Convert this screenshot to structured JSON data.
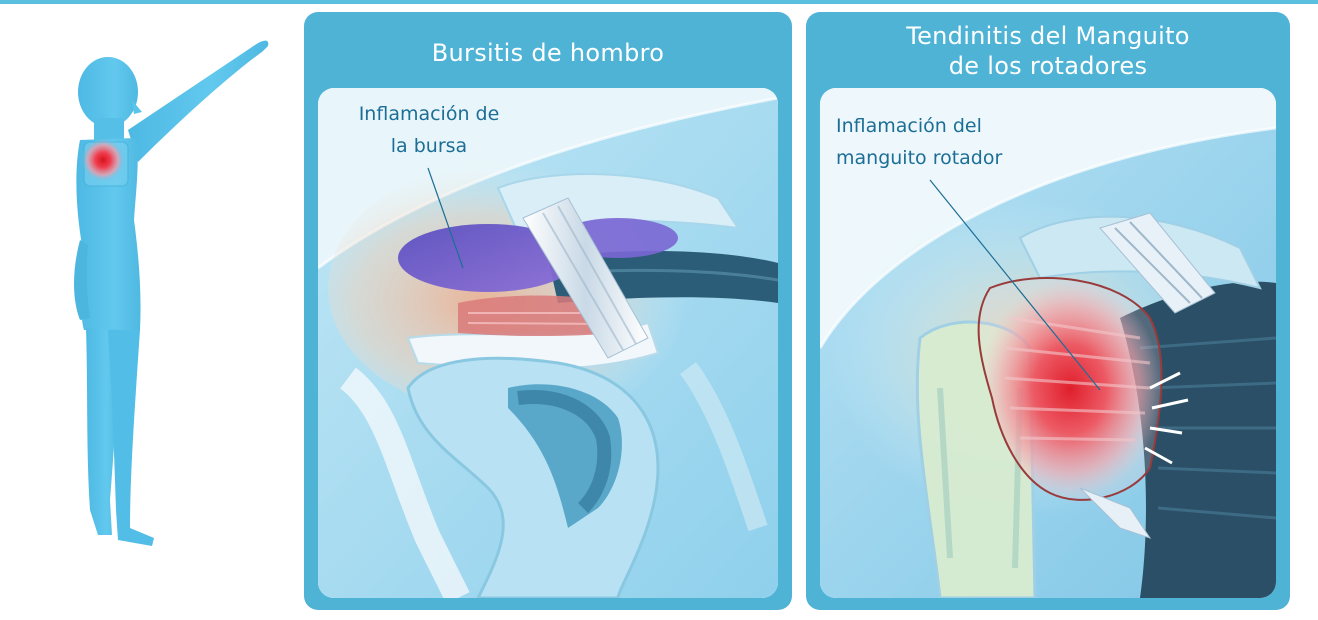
{
  "panels": [
    {
      "title": "Bursitis de hombro",
      "label": "Inflamación de\nla bursa"
    },
    {
      "title": "Tendinitis del Manguito\nde los rotadores",
      "label": "Inflamación del\nmanguito rotador"
    }
  ],
  "colors": {
    "frame": "#4fb3d6",
    "body": "#5bc4ea",
    "label_text": "#1c6e96",
    "inflammation": "#e8353f",
    "bursa": "#6a5bc4"
  }
}
